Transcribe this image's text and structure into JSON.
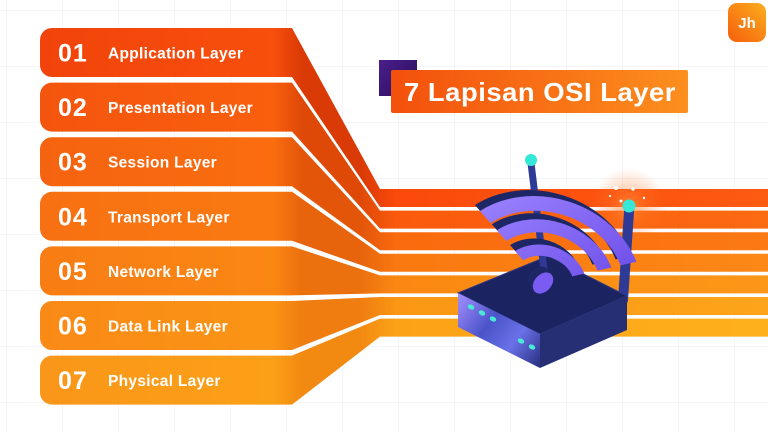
{
  "brand": {
    "logo_text": "Jh"
  },
  "title": {
    "text": "7 Lapisan OSI Layer",
    "banner_gradient": [
      "#F3500C",
      "#FC8F1E"
    ],
    "accent_square_from": "#4A1E8A",
    "accent_square_to": "#2A0E5E"
  },
  "layers": [
    {
      "number": "01",
      "label": "Application Layer",
      "bar": "#F1430B",
      "bar_end": "#F84F0C",
      "ribbon": "#D93A06",
      "stripe": "#FB4A0B",
      "stripe_end": "#FD5A12"
    },
    {
      "number": "02",
      "label": "Presentation Layer",
      "bar": "#F4550E",
      "bar_end": "#F95F0D",
      "ribbon": "#DF4908",
      "stripe": "#FA5A0C",
      "stripe_end": "#FC6A12"
    },
    {
      "number": "03",
      "label": "Session Layer",
      "bar": "#F56310",
      "bar_end": "#FA6D0F",
      "ribbon": "#E3560A",
      "stripe": "#FA6A0E",
      "stripe_end": "#FC7914"
    },
    {
      "number": "04",
      "label": "Transport Layer",
      "bar": "#F77012",
      "bar_end": "#FA7A11",
      "ribbon": "#E7630C",
      "stripe": "#FA7910",
      "stripe_end": "#FC8816"
    },
    {
      "number": "05",
      "label": "Network Layer",
      "bar": "#F87D14",
      "bar_end": "#FB8713",
      "ribbon": "#EB700E",
      "stripe": "#FB8812",
      "stripe_end": "#FD9718"
    },
    {
      "number": "06",
      "label": "Data Link Layer",
      "bar": "#F98A16",
      "bar_end": "#FB9415",
      "ribbon": "#EF7D10",
      "stripe": "#FB9714",
      "stripe_end": "#FDA41A"
    },
    {
      "number": "07",
      "label": "Physical Layer",
      "bar": "#FA9619",
      "bar_end": "#FCA017",
      "ribbon": "#F28A12",
      "stripe": "#FCA216",
      "stripe_end": "#FEB01C"
    }
  ],
  "illustration": {
    "name": "wifi-router",
    "wifi_from": "#9B84FF",
    "wifi_to": "#6C4BE8",
    "extrusion_color": "#1E2766",
    "body_top_color": "#1C2361",
    "body_right_color": "#272F74",
    "antenna_color": "#2E3A96",
    "antenna_tip_color": "#35E8D8",
    "led_color": "#49E9D6"
  },
  "background": {
    "grid_color": "#F0F1F8"
  }
}
